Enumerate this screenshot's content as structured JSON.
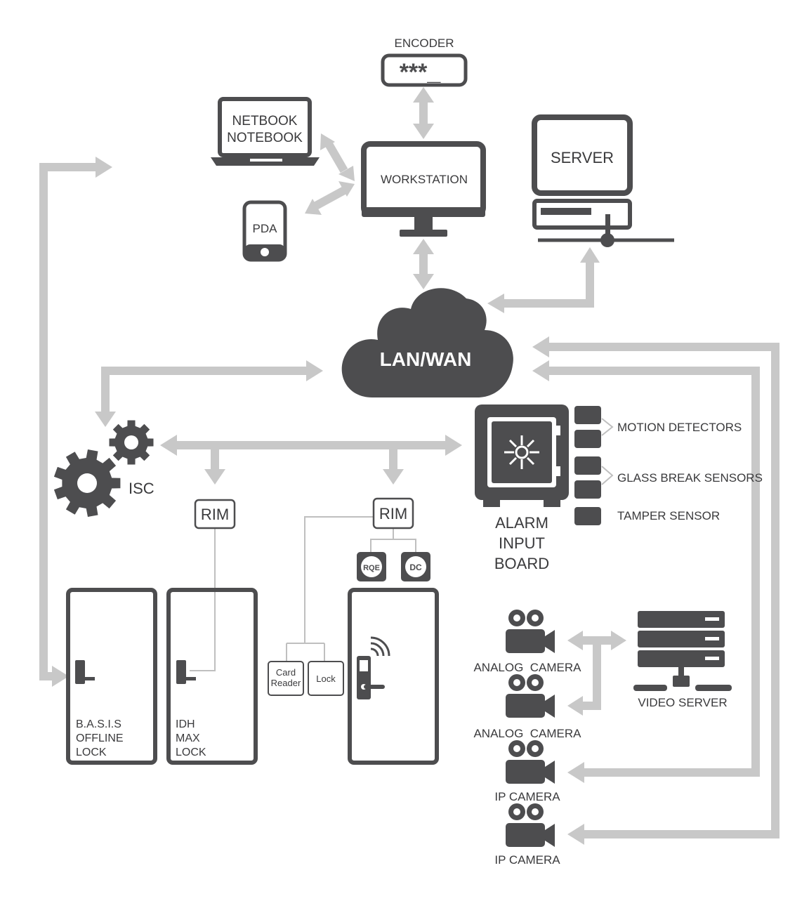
{
  "encoder": {
    "label": "ENCODER",
    "display": "***_"
  },
  "netbook": {
    "line1": "NETBOOK",
    "line2": "NOTEBOOK"
  },
  "workstation": {
    "label": "WORKSTATION"
  },
  "server": {
    "label": "SERVER"
  },
  "pda": {
    "label": "PDA"
  },
  "network": {
    "label": "LAN/WAN"
  },
  "isc": {
    "label": "ISC"
  },
  "rim_left": {
    "label": "RIM"
  },
  "rim_right": {
    "label": "RIM"
  },
  "alarm_board": {
    "line1": "ALARM",
    "line2": "INPUT",
    "line3": "BOARD"
  },
  "sensors": {
    "motion": "MOTION DETECTORS",
    "glass": "GLASS BREAK SENSORS",
    "tamper": "TAMPER SENSOR"
  },
  "rqe": {
    "label": "RQE"
  },
  "dc": {
    "label": "DC"
  },
  "card_reader": {
    "line1": "Card",
    "line2": "Reader"
  },
  "lock_box": {
    "label": "Lock"
  },
  "door_basis": {
    "line1": "B.A.S.I.S",
    "line2": "OFFLINE",
    "line3": "LOCK"
  },
  "door_idh": {
    "line1": "IDH",
    "line2": "MAX",
    "line3": "LOCK"
  },
  "cameras": [
    {
      "label": "ANALOG  CAMERA"
    },
    {
      "label": "ANALOG  CAMERA"
    },
    {
      "label": "IP CAMERA"
    },
    {
      "label": "IP CAMERA"
    }
  ],
  "video_server": {
    "label": "VIDEO SERVER"
  },
  "colors": {
    "device": "#4d4d4f",
    "connector": "#c8c8c8",
    "background": "#ffffff"
  }
}
